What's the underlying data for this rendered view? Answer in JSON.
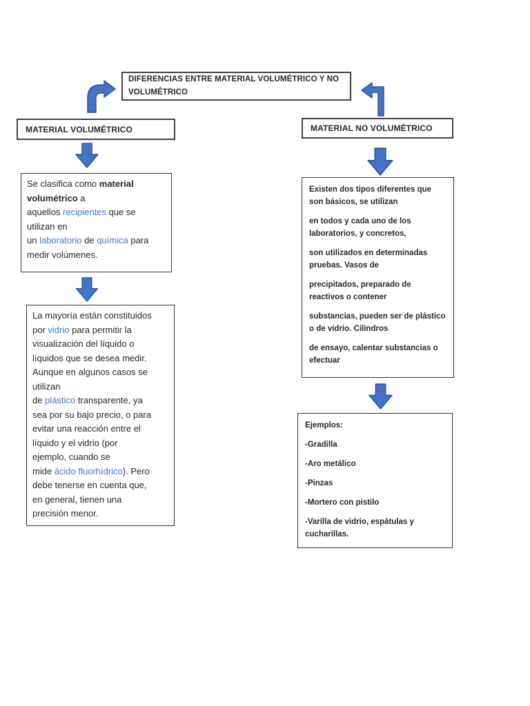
{
  "colors": {
    "arrow_fill": "#4472C4",
    "arrow_stroke": "#2E5596",
    "link": "#4472C4",
    "box_border": "#3f3f3f",
    "text": "#262626",
    "page_background": "#ffffff"
  },
  "icons": {
    "curved_right_arrow": "curved-right-arrow-icon",
    "bent_left_arrow": "bent-left-arrow-icon",
    "down_arrow": "down-arrow-icon"
  },
  "title_box": {
    "text": "DIFERENCIAS ENTRE MATERIAL VOLUMÉTRICO Y NO VOLUMÉTRICO"
  },
  "left_column": {
    "header": "MATERIAL VOLUMÉTRICO",
    "box1_segments": [
      {
        "t": "Se clasifica como "
      },
      {
        "t": "material",
        "s": "bold"
      },
      {
        "br": true
      },
      {
        "t": "volumétrico",
        "s": "bold"
      },
      {
        "t": " a"
      },
      {
        "br": true
      },
      {
        "t": "aquellos "
      },
      {
        "t": "recipientes",
        "s": "link"
      },
      {
        "t": " que se"
      },
      {
        "br": true
      },
      {
        "t": "utilizan en"
      },
      {
        "br": true
      },
      {
        "t": "un "
      },
      {
        "t": "laboratorio",
        "s": "link"
      },
      {
        "t": " de "
      },
      {
        "t": "química",
        "s": "link"
      },
      {
        "t": " para"
      },
      {
        "br": true
      },
      {
        "t": "medir volúmenes."
      }
    ],
    "box2_segments": [
      {
        "t": "La mayoría están constituidos"
      },
      {
        "br": true
      },
      {
        "t": "por "
      },
      {
        "t": "vidrio",
        "s": "link"
      },
      {
        "t": " para permitir la"
      },
      {
        "br": true
      },
      {
        "t": "visualización del líquido o"
      },
      {
        "br": true
      },
      {
        "t": "líquidos que se desea medir."
      },
      {
        "br": true
      },
      {
        "t": "Aunque en algunos casos se"
      },
      {
        "br": true
      },
      {
        "t": "utilizan"
      },
      {
        "br": true
      },
      {
        "t": "de "
      },
      {
        "t": "plástico",
        "s": "link"
      },
      {
        "t": " transparente, ya"
      },
      {
        "br": true
      },
      {
        "t": "sea por su bajo precio, o para"
      },
      {
        "br": true
      },
      {
        "t": "evitar una reacción entre el"
      },
      {
        "br": true
      },
      {
        "t": "líquido y el vidrio (por"
      },
      {
        "br": true
      },
      {
        "t": "ejemplo, cuando se"
      },
      {
        "br": true
      },
      {
        "t": "mide "
      },
      {
        "t": "ácido fluorhídrico",
        "s": "link"
      },
      {
        "t": "). Pero"
      },
      {
        "br": true
      },
      {
        "t": "debe tenerse en cuenta que,"
      },
      {
        "br": true
      },
      {
        "t": "en general, tienen una"
      },
      {
        "br": true
      },
      {
        "t": "precisión menor."
      }
    ]
  },
  "right_column": {
    "header": "MATERIAL NO VOLUMÉTRICO",
    "box1_paragraphs": [
      "Existen dos tipos diferentes que son básicos, se utilizan",
      "en todos y cada uno de los laboratorios, y concretos,",
      "son utilizados en determinadas pruebas. Vasos de",
      "precipitados, preparado de reactivos o contener",
      "substancias, pueden ser de plástico o de vidrio. Cilindros",
      "de ensayo, calentar substancias o efectuar"
    ],
    "examples_box": {
      "lines": [
        "Ejemplos:",
        "-Gradilla",
        "-Aro metálico",
        "-Pinzas",
        "-Mortero con pistilo",
        "-Varilla de vidrio, espátulas y cucharillas."
      ]
    }
  }
}
